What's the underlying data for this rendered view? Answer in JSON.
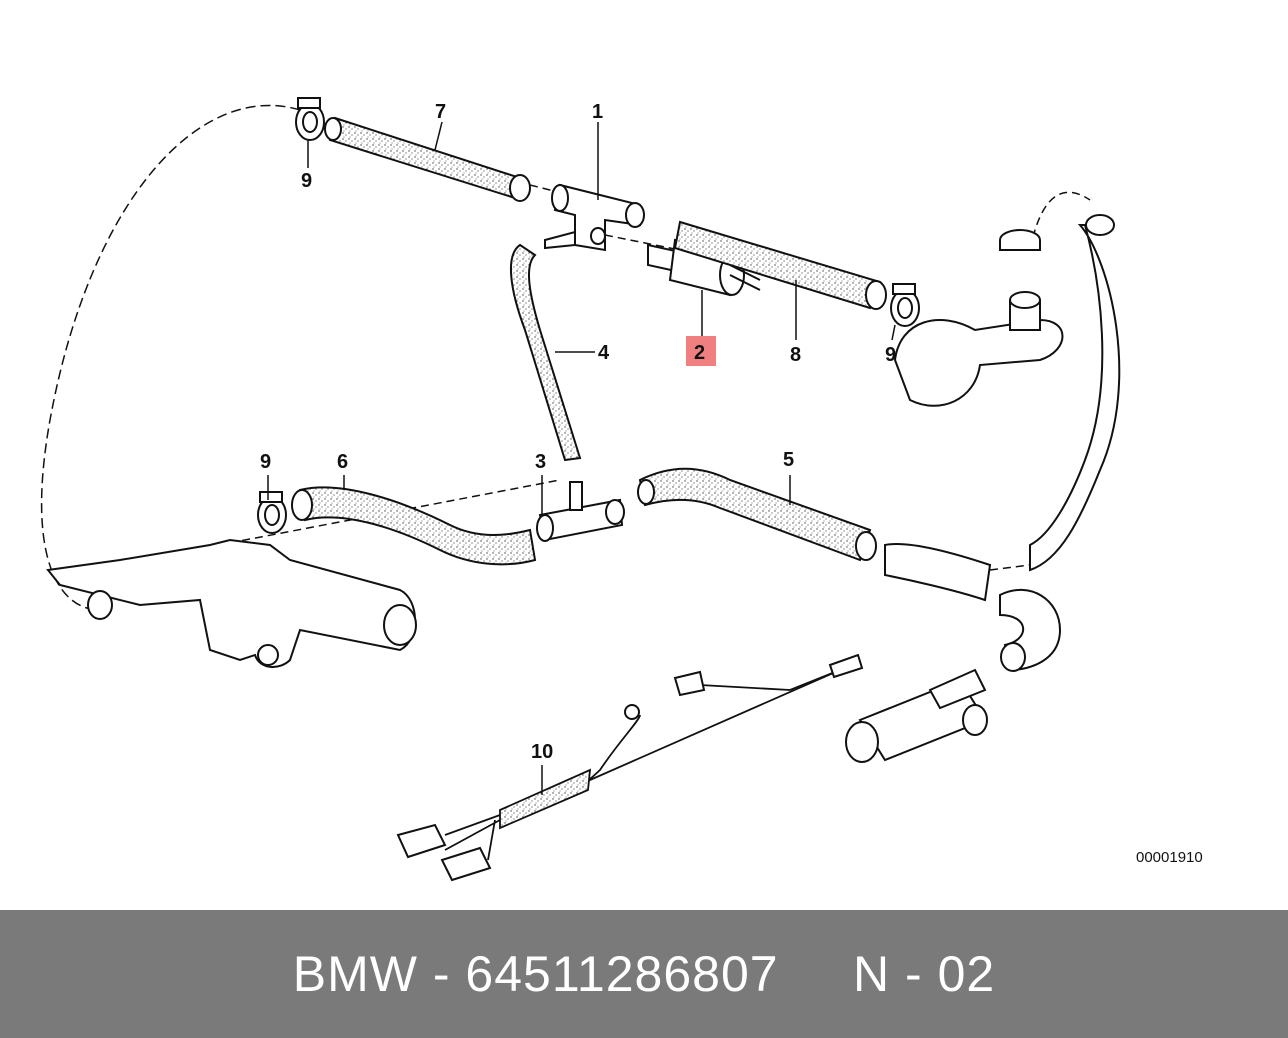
{
  "diagram": {
    "labels": {
      "l1": "1",
      "l2": "2",
      "l3": "3",
      "l4": "4",
      "l5": "5",
      "l6": "6",
      "l7": "7",
      "l8": "8",
      "l9a": "9",
      "l9b": "9",
      "l9c": "9",
      "l10": "10"
    },
    "highlight_color": "#f08080",
    "reference_number": "00001910"
  },
  "footer": {
    "text": "BMW - 64511286807     N - 02",
    "background": "#7a7a7a"
  }
}
